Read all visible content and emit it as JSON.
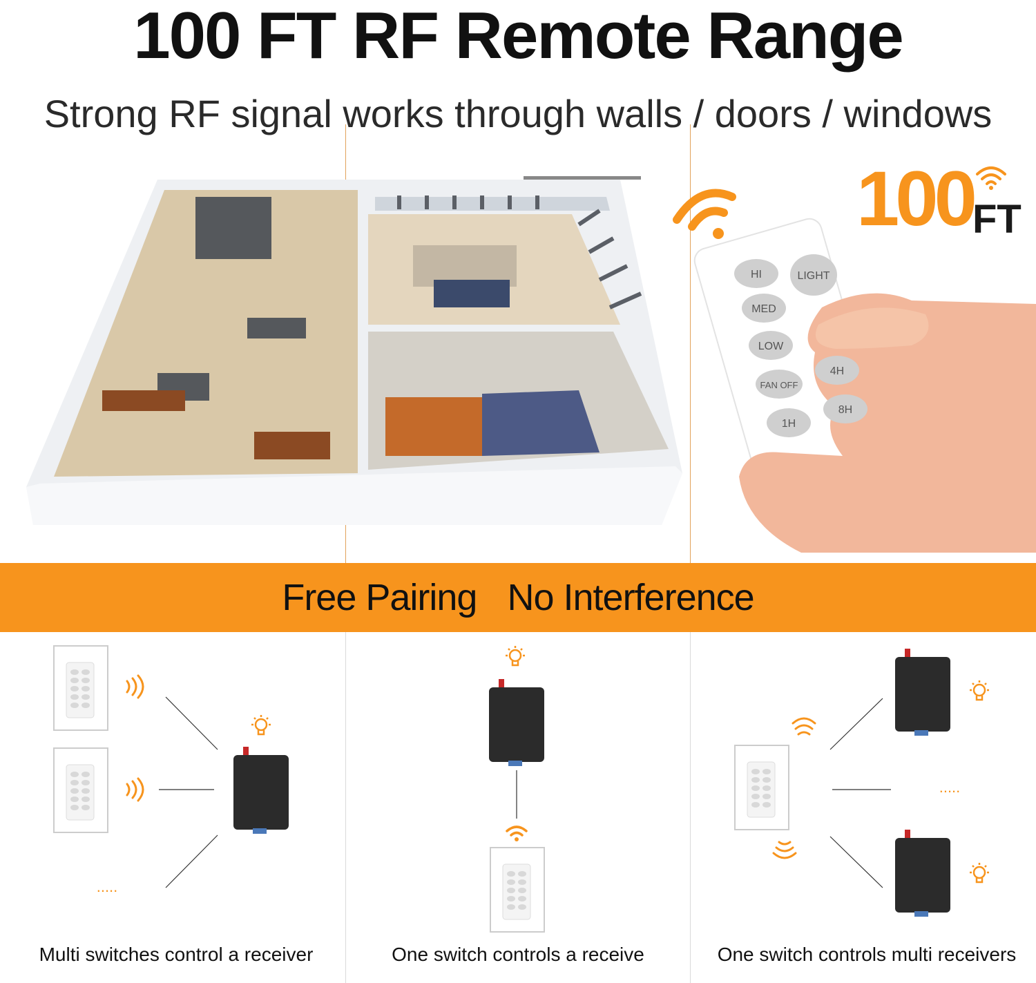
{
  "header": {
    "title": "100 FT RF Remote Range",
    "subtitle": "Strong RF signal works through walls / doors / windows"
  },
  "range_badge": {
    "number": "100",
    "unit": "FT"
  },
  "remote": {
    "buttons": [
      "HI",
      "LIGHT",
      "MED",
      "LOW",
      "4H",
      "FAN OFF",
      "8H",
      "1H"
    ]
  },
  "banner": {
    "left": "Free Pairing",
    "right": "No Interference"
  },
  "panels": {
    "left_caption": "Multi switches control a receiver",
    "middle_caption": "One switch controls a receive",
    "right_caption": "One switch controls multi receivers",
    "ellipsis": "....."
  },
  "colors": {
    "accent": "#f7941d",
    "text": "#111111",
    "receiver": "#2b2b2b"
  },
  "icons": [
    "wifi-signal-icon",
    "bulb-icon",
    "signal-waves-icon"
  ]
}
